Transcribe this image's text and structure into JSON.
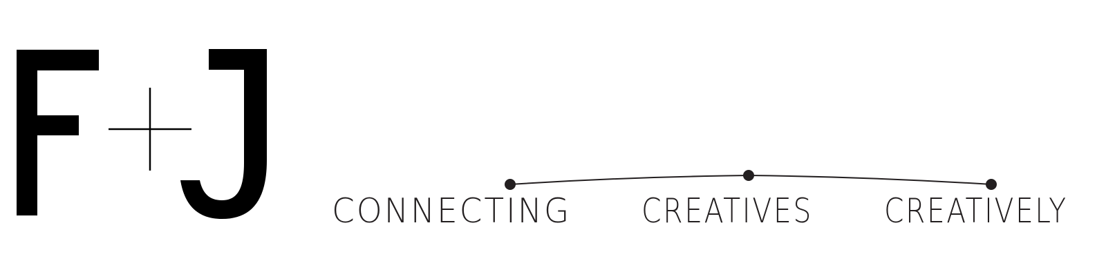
{
  "logo": {
    "wordmark": "F+J",
    "letters": [
      "F",
      "+",
      "J"
    ],
    "color": "#000000"
  },
  "tagline": {
    "words": [
      "CONNECTING",
      "CREATIVES",
      "CREATIVELY"
    ],
    "color": "#231f20"
  },
  "background_color": "#ffffff"
}
